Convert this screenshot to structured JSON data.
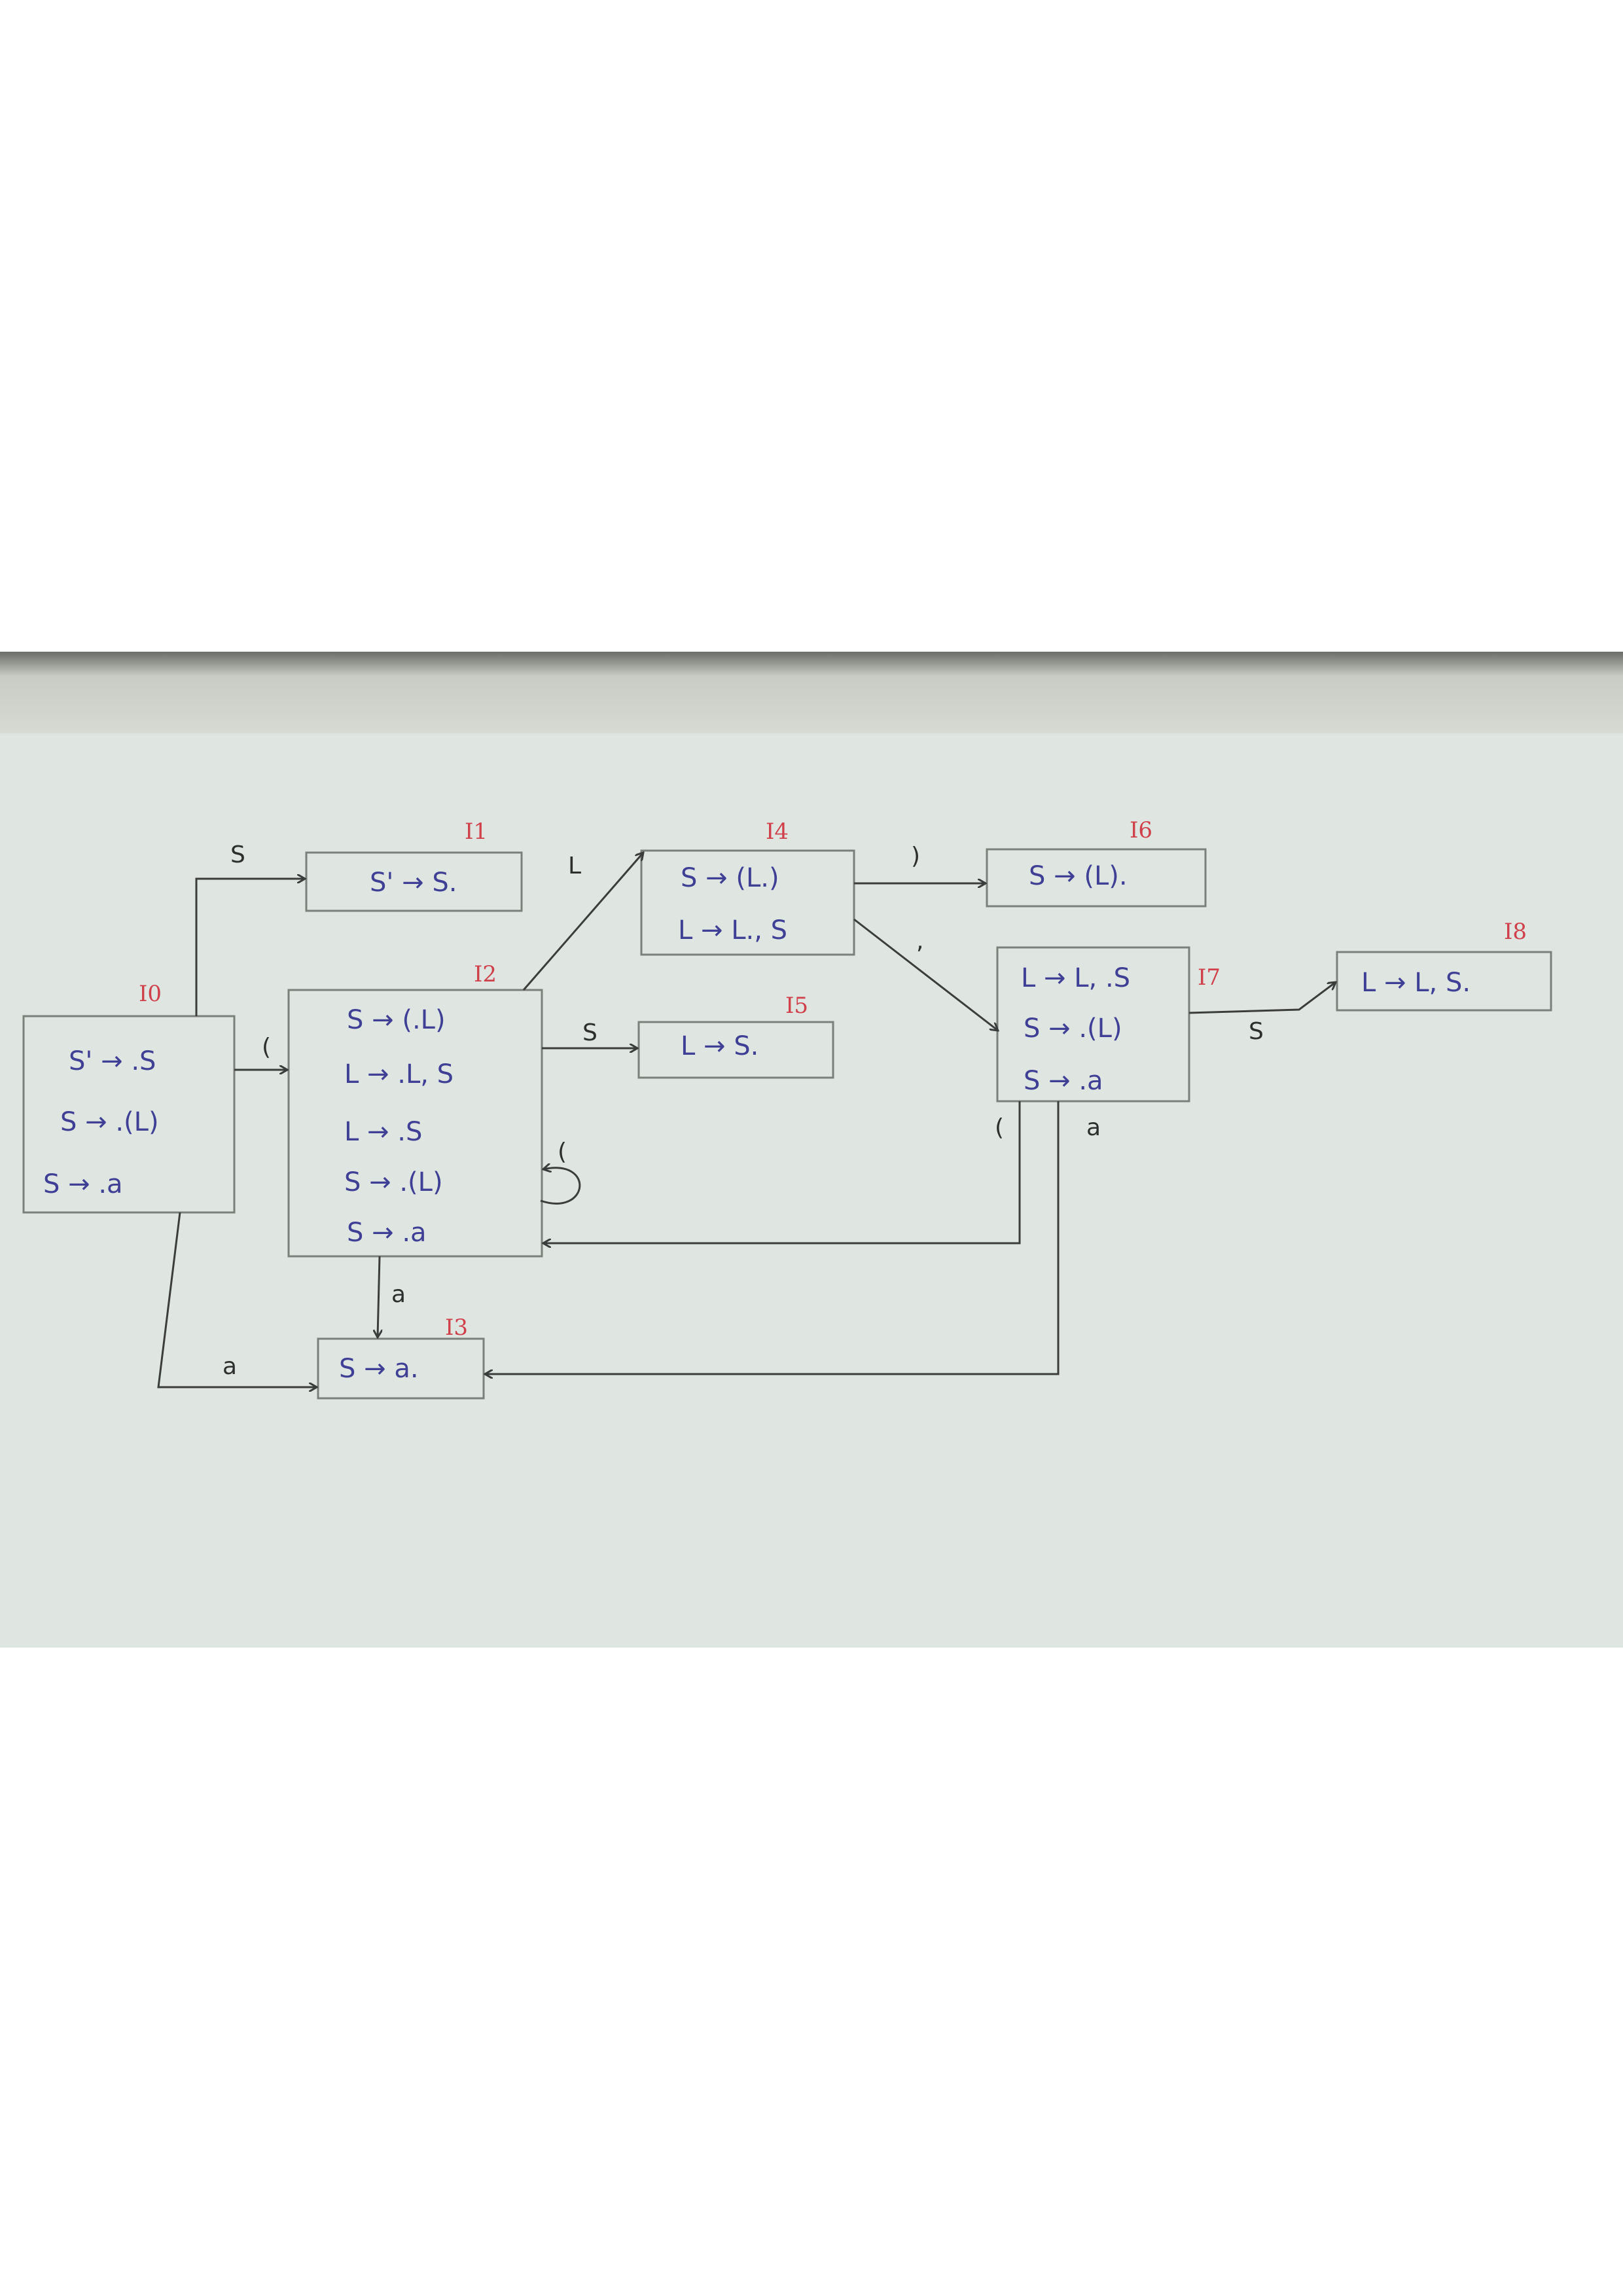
{
  "states": [
    {
      "id": "I0",
      "label": "I0",
      "items": [
        "S' → .S",
        "S → .(L)",
        "S → .a"
      ]
    },
    {
      "id": "I1",
      "label": "I1",
      "items": [
        "S' → S."
      ]
    },
    {
      "id": "I2",
      "label": "I2",
      "items": [
        "S → (.L)",
        "L → .L, S",
        "L → .S",
        "S → .(L)",
        "S → .a"
      ]
    },
    {
      "id": "I3",
      "label": "I3",
      "items": [
        "S → a."
      ]
    },
    {
      "id": "I4",
      "label": "I4",
      "items": [
        "S → (L.)",
        "L → L., S"
      ]
    },
    {
      "id": "I5",
      "label": "I5",
      "items": [
        "L → S."
      ]
    },
    {
      "id": "I6",
      "label": "I6",
      "items": [
        "S → (L)."
      ]
    },
    {
      "id": "I7",
      "label": "I7",
      "items": [
        "L → L, .S",
        "S → .(L)",
        "S → .a"
      ]
    },
    {
      "id": "I8",
      "label": "I8",
      "items": [
        "L → L, S."
      ]
    }
  ],
  "edges": [
    {
      "from": "I0",
      "to": "I1",
      "symbol": "S"
    },
    {
      "from": "I0",
      "to": "I2",
      "symbol": "("
    },
    {
      "from": "I0",
      "to": "I3",
      "symbol": "a"
    },
    {
      "from": "I2",
      "to": "I4",
      "symbol": "L"
    },
    {
      "from": "I2",
      "to": "I5",
      "symbol": "S"
    },
    {
      "from": "I2",
      "to": "I2",
      "symbol": "("
    },
    {
      "from": "I2",
      "to": "I3",
      "symbol": "a"
    },
    {
      "from": "I4",
      "to": "I6",
      "symbol": ")"
    },
    {
      "from": "I4",
      "to": "I7",
      "symbol": ","
    },
    {
      "from": "I7",
      "to": "I8",
      "symbol": "S"
    },
    {
      "from": "I7",
      "to": "I2",
      "symbol": "("
    },
    {
      "from": "I7",
      "to": "I3",
      "symbol": "a"
    }
  ],
  "colors": {
    "paper": "#dfe5e1",
    "ink": "#3f3f95",
    "state_label": "#d0404a",
    "lines": "#3b3d3c"
  }
}
